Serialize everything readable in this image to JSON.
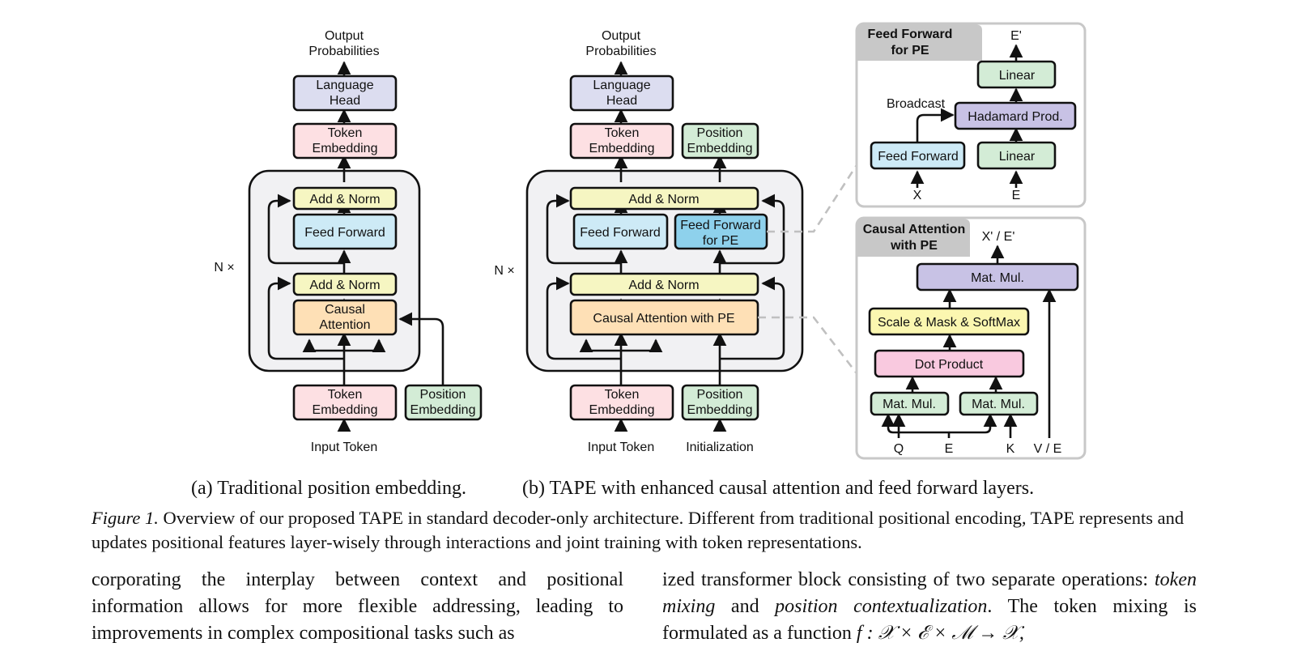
{
  "colors": {
    "block_bg": "#f1f1f3",
    "lavender": "#dcddf0",
    "pink": "#fde0e3",
    "yellow": "#f6f6c2",
    "light_blue": "#cdeaf6",
    "blue": "#8ed1ec",
    "orange": "#fee0b6",
    "green": "#d3ecd6",
    "purple": "#c8c2e5",
    "light_yellow": "#fbf7b0",
    "dot_pink": "#f9c9df",
    "stroke": "#111111",
    "panel_border": "#c8c8c8",
    "dashed": "#c0c0c0"
  },
  "diagram_a": {
    "output": [
      "Output",
      "Probabilities"
    ],
    "language_head": [
      "Language",
      "Head"
    ],
    "token_embedding_top": [
      "Token",
      "Embedding"
    ],
    "add_norm_top": "Add & Norm",
    "feed_forward": "Feed Forward",
    "add_norm_bottom": "Add & Norm",
    "causal_attention": [
      "Causal",
      "Attention"
    ],
    "n_times": "N ×",
    "token_embedding_bottom": [
      "Token",
      "Embedding"
    ],
    "position_embedding": [
      "Position",
      "Embedding"
    ],
    "input_token": "Input Token"
  },
  "diagram_b": {
    "output": [
      "Output",
      "Probabilities"
    ],
    "language_head": [
      "Language",
      "Head"
    ],
    "token_embedding_top": [
      "Token",
      "Embedding"
    ],
    "position_embedding_top": [
      "Position",
      "Embedding"
    ],
    "add_norm_top": "Add & Norm",
    "feed_forward": "Feed Forward",
    "feed_forward_pe": [
      "Feed Forward",
      "for PE"
    ],
    "add_norm_bottom": "Add & Norm",
    "causal_attention_pe": "Causal Attention with PE",
    "n_times": "N ×",
    "token_embedding_bottom": [
      "Token",
      "Embedding"
    ],
    "position_embedding_bottom": [
      "Position",
      "Embedding"
    ],
    "input_token": "Input Token",
    "initialization": "Initialization"
  },
  "panel_ffpe": {
    "title": [
      "Feed Forward",
      "for PE"
    ],
    "e_prime": "E'",
    "linear_top": "Linear",
    "broadcast": "Broadcast",
    "hadamard": "Hadamard Prod.",
    "feed_forward": "Feed Forward",
    "linear_bottom": "Linear",
    "x": "X",
    "e": "E"
  },
  "panel_cape": {
    "title": [
      "Causal Attention",
      "with PE"
    ],
    "output": "X' / E'",
    "matmul_top": "Mat. Mul.",
    "scale_mask": "Scale & Mask & SoftMax",
    "dot_product": "Dot Product",
    "matmul_left": "Mat. Mul.",
    "matmul_right": "Mat. Mul.",
    "q": "Q",
    "e": "E",
    "k": "K",
    "ve": "V / E"
  },
  "captions": {
    "sub_a": "(a)  Traditional position embedding.",
    "sub_b": "(b) TAPE with enhanced causal attention and feed forward layers.",
    "figure_label": "Figure 1.",
    "figure_text": " Overview of our proposed TAPE in standard decoder-only architecture. Different from traditional positional encoding, TAPE represents and updates positional features layer-wisely through interactions and joint training with token representations."
  },
  "body": {
    "left_text": "corporating the interplay between context and positional information allows for more flexible addressing, leading to improvements in complex compositional tasks such as",
    "right_text_1": "ized transformer block consisting of two separate operations: ",
    "right_em_1": "token mixing",
    "right_text_2": " and ",
    "right_em_2": "position contextualization",
    "right_text_3": ". The token mixing is formulated as a function ",
    "right_math": "f : 𝒳 × ℰ × ℳ → 𝒳,"
  }
}
